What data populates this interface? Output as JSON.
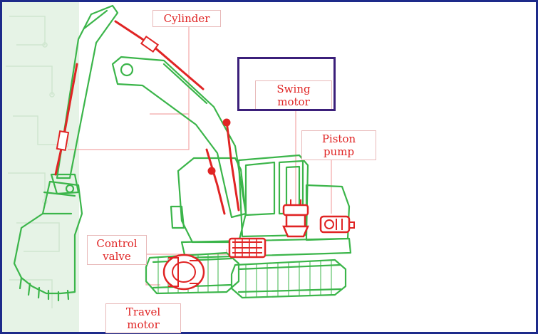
{
  "diagram": {
    "labels": {
      "cylinder": "Cylinder",
      "swing_motor": "Swing motor",
      "piston_pump": "Piston pump",
      "control_valve_line1": "Control",
      "control_valve_line2": "valve",
      "travel_motor": "Travel motor"
    },
    "colors": {
      "machine_outline": "#3bb54a",
      "component_red": "#e02424",
      "label_text": "#e02424",
      "leader_line": "#f2a6a6",
      "highlight_border": "#3b1f7a",
      "frame_border": "#1d2a8a",
      "background_tint": "#e6f3e6"
    },
    "highlighted_component": "swing_motor"
  }
}
